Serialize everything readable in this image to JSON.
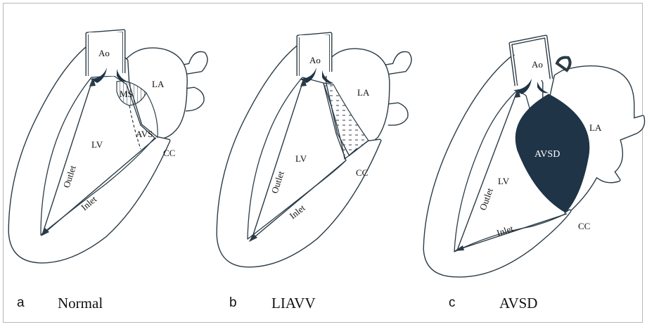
{
  "colors": {
    "outline": "#2b3b46",
    "avsd_fill": "#1f3447",
    "frame_border": "#b8b8b8"
  },
  "panels": [
    {
      "letter": "a",
      "title": "Normal",
      "labels": {
        "ao": "Ao",
        "la": "LA",
        "lv": "LV",
        "cc": "CC",
        "outlet": "Outlet",
        "inlet": "Inlet",
        "ms": "MS",
        "avs": "AVS"
      }
    },
    {
      "letter": "b",
      "title": "LIAVV",
      "labels": {
        "ao": "Ao",
        "la": "LA",
        "lv": "LV",
        "cc": "CC",
        "outlet": "Outlet",
        "inlet": "Inlet"
      }
    },
    {
      "letter": "c",
      "title": "AVSD",
      "labels": {
        "ao": "Ao",
        "la": "LA",
        "lv": "LV",
        "cc": "CC",
        "outlet": "Outlet",
        "inlet": "Inlet",
        "defect": "AVSD"
      }
    }
  ]
}
